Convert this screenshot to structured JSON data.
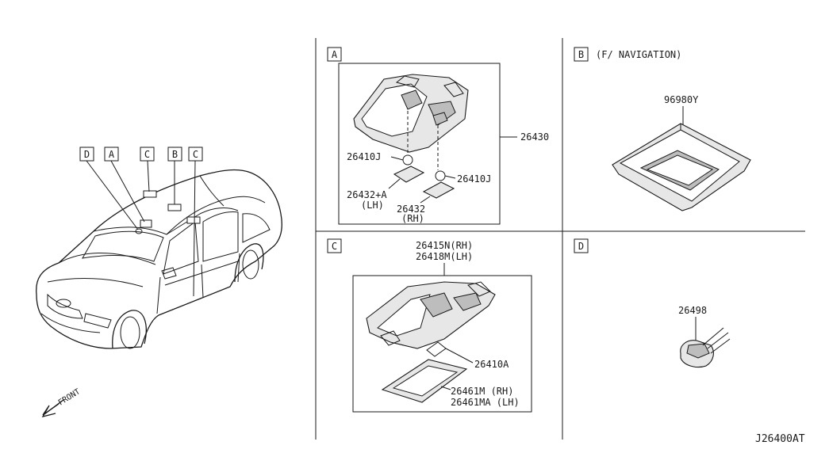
{
  "car_view": {
    "callouts": [
      "D",
      "A",
      "C",
      "B",
      "C"
    ],
    "direction_label": "FRONT"
  },
  "section_a": {
    "letter": "A",
    "labels": {
      "assembly": "26430",
      "bulb_left": "26410J",
      "bulb_right": "26410J",
      "lens_lh_num": "26432+A",
      "lens_lh_side": "(LH)",
      "lens_rh_num": "26432",
      "lens_rh_side": "(RH)"
    }
  },
  "section_b": {
    "letter": "B",
    "note": "(F/ NAVIGATION)",
    "labels": {
      "display": "96980Y"
    }
  },
  "section_c": {
    "letter": "C",
    "labels": {
      "assembly_rh": "26415N(RH)",
      "assembly_lh": "26418M(LH)",
      "bulb": "26410A",
      "lens_rh": "26461M  (RH)",
      "lens_lh": "26461MA (LH)"
    }
  },
  "section_d": {
    "letter": "D",
    "labels": {
      "lamp": "26498"
    }
  },
  "diagram_code": "J26400AT"
}
